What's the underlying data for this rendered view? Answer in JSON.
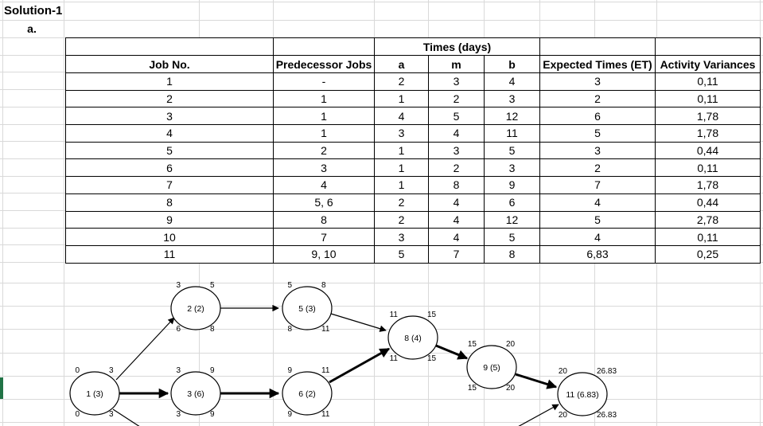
{
  "sheet": {
    "title": "Solution-1",
    "section_label": "a.",
    "table": {
      "group_header": "Times (days)",
      "columns": [
        "Job No.",
        "Predecessor Jobs",
        "a",
        "m",
        "b",
        "Expected Times (ET)",
        "Activity Variances"
      ],
      "rows": [
        [
          "1",
          "-",
          "2",
          "3",
          "4",
          "3",
          "0,11"
        ],
        [
          "2",
          "1",
          "1",
          "2",
          "3",
          "2",
          "0,11"
        ],
        [
          "3",
          "1",
          "4",
          "5",
          "12",
          "6",
          "1,78"
        ],
        [
          "4",
          "1",
          "3",
          "4",
          "11",
          "5",
          "1,78"
        ],
        [
          "5",
          "2",
          "1",
          "3",
          "5",
          "3",
          "0,44"
        ],
        [
          "6",
          "3",
          "1",
          "2",
          "3",
          "2",
          "0,11"
        ],
        [
          "7",
          "4",
          "1",
          "8",
          "9",
          "7",
          "1,78"
        ],
        [
          "8",
          "5, 6",
          "2",
          "4",
          "6",
          "4",
          "0,44"
        ],
        [
          "9",
          "8",
          "2",
          "4",
          "12",
          "5",
          "2,78"
        ],
        [
          "10",
          "7",
          "3",
          "4",
          "5",
          "4",
          "0,11"
        ],
        [
          "11",
          "9, 10",
          "5",
          "7",
          "8",
          "6,83",
          "0,25"
        ]
      ]
    },
    "diagram": {
      "nodes": [
        {
          "id": "1",
          "label": "1 (3)",
          "es": "0",
          "ef": "3",
          "ls": "0",
          "lf": "3"
        },
        {
          "id": "2",
          "label": "2 (2)",
          "es": "3",
          "ef": "5",
          "ls": "6",
          "lf": "8"
        },
        {
          "id": "3",
          "label": "3 (6)",
          "es": "3",
          "ef": "9",
          "ls": "3",
          "lf": "9"
        },
        {
          "id": "5",
          "label": "5 (3)",
          "es": "5",
          "ef": "8",
          "ls": "8",
          "lf": "11"
        },
        {
          "id": "6",
          "label": "6 (2)",
          "es": "9",
          "ef": "11",
          "ls": "9",
          "lf": "11"
        },
        {
          "id": "8",
          "label": "8 (4)",
          "es": "11",
          "ef": "15",
          "ls": "11",
          "lf": "15"
        },
        {
          "id": "9",
          "label": "9 (5)",
          "es": "15",
          "ef": "20",
          "ls": "15",
          "lf": "20"
        },
        {
          "id": "11",
          "label": "11 (6.83)",
          "es": "20",
          "ef": "26.83",
          "ls": "20",
          "lf": "26.83"
        }
      ],
      "edges": [
        {
          "from": "1",
          "to": "2",
          "critical": false
        },
        {
          "from": "1",
          "to": "3",
          "critical": true
        },
        {
          "from": "1",
          "to": "4",
          "critical": false
        },
        {
          "from": "2",
          "to": "5",
          "critical": false
        },
        {
          "from": "5",
          "to": "8",
          "critical": false
        },
        {
          "from": "3",
          "to": "6",
          "critical": true
        },
        {
          "from": "6",
          "to": "8",
          "critical": true
        },
        {
          "from": "8",
          "to": "9",
          "critical": true
        },
        {
          "from": "9",
          "to": "11",
          "critical": true
        },
        {
          "from": "10",
          "to": "11",
          "critical": false
        }
      ]
    },
    "colors": {
      "selection_green": "#217346",
      "gridline": "#d9d9d9",
      "ink": "#000000"
    }
  }
}
